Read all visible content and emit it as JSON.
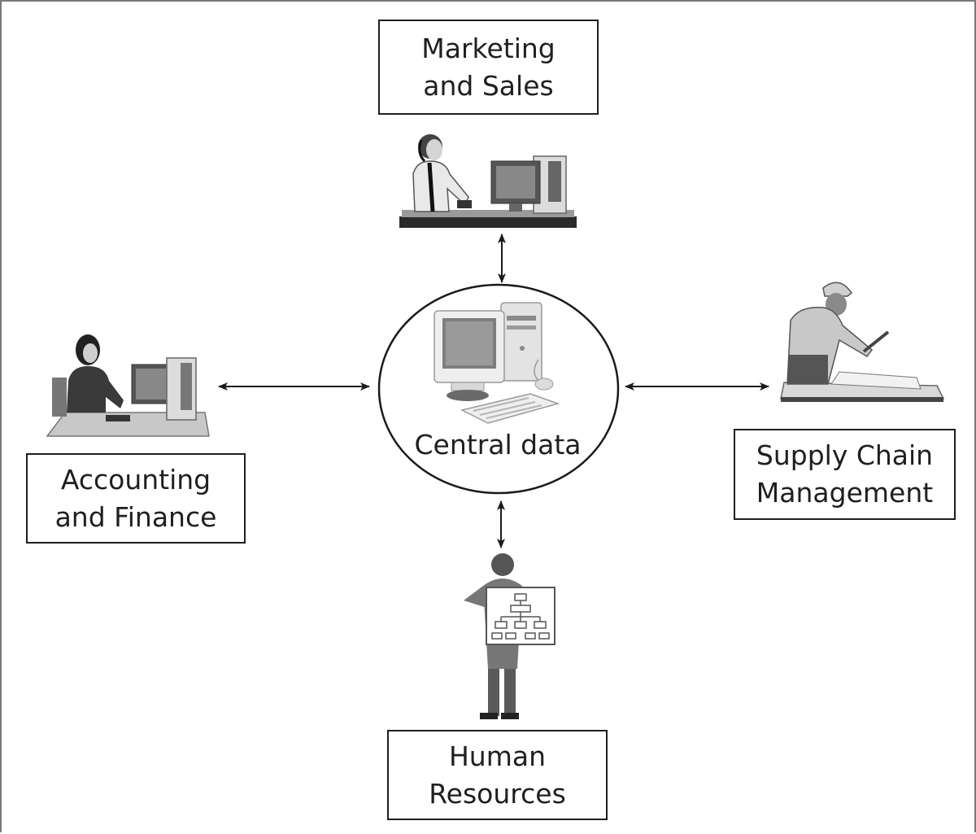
{
  "diagram": {
    "nodes": {
      "marketing": {
        "line1": "Marketing",
        "line2": "and Sales",
        "icon": "salesperson-at-computer-icon"
      },
      "accounting": {
        "line1": "Accounting",
        "line2": "and Finance",
        "icon": "accountant-at-computer-icon"
      },
      "supply_chain": {
        "line1": "Supply Chain",
        "line2": "Management",
        "icon": "engineer-reviewing-blueprints-icon"
      },
      "human_resources": {
        "line1": "Human",
        "line2": "Resources",
        "icon": "person-holding-org-chart-icon"
      }
    },
    "center": {
      "label": "Central data",
      "icon": "desktop-computer-icon"
    },
    "connections": [
      {
        "from": "center",
        "to": "marketing",
        "style": "double-arrow"
      },
      {
        "from": "center",
        "to": "accounting",
        "style": "double-arrow"
      },
      {
        "from": "center",
        "to": "supply_chain",
        "style": "double-arrow"
      },
      {
        "from": "center",
        "to": "human_resources",
        "style": "double-arrow"
      }
    ]
  }
}
